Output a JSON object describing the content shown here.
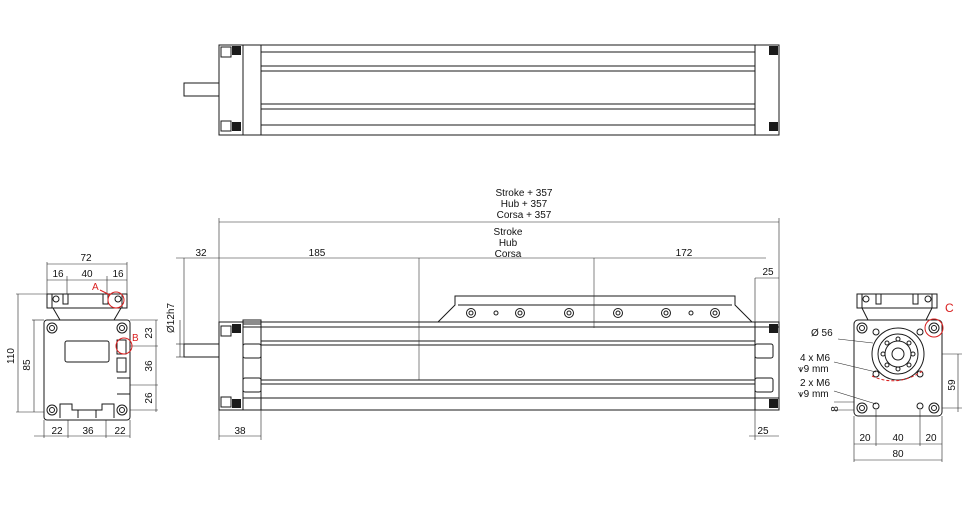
{
  "top_stroke": {
    "line1": "Stroke + 357",
    "line2": "Hub + 357",
    "line3": "Corsa + 357"
  },
  "stroke": {
    "line1": "Stroke",
    "line2": "Hub",
    "line3": "Corsa"
  },
  "dims": {
    "d32": "32",
    "d185": "185",
    "d172": "172",
    "d25_top": "25",
    "d25_bot": "25",
    "d38": "38",
    "d12h7": "Ø12h7",
    "left_72": "72",
    "left_16a": "16",
    "left_40": "40",
    "left_16b": "16",
    "left_110": "110",
    "left_85": "85",
    "left_23": "23",
    "left_36v": "36",
    "left_26": "26",
    "left_22a": "22",
    "left_36h": "36",
    "left_22b": "22",
    "right_56": "Ø 56",
    "right_4m6": "4 x M6",
    "right_9mm_a": "⩛9 mm",
    "right_2m6": "2 x M6",
    "right_9mm_b": "⩛9 mm",
    "right_8": "8",
    "right_59": "59",
    "right_20a": "20",
    "right_40": "40",
    "right_20b": "20",
    "right_80": "80"
  },
  "details": {
    "a": "A",
    "b": "B",
    "c": "C"
  },
  "colors": {
    "line": "#1a1a1a",
    "detail": "#d92020"
  }
}
